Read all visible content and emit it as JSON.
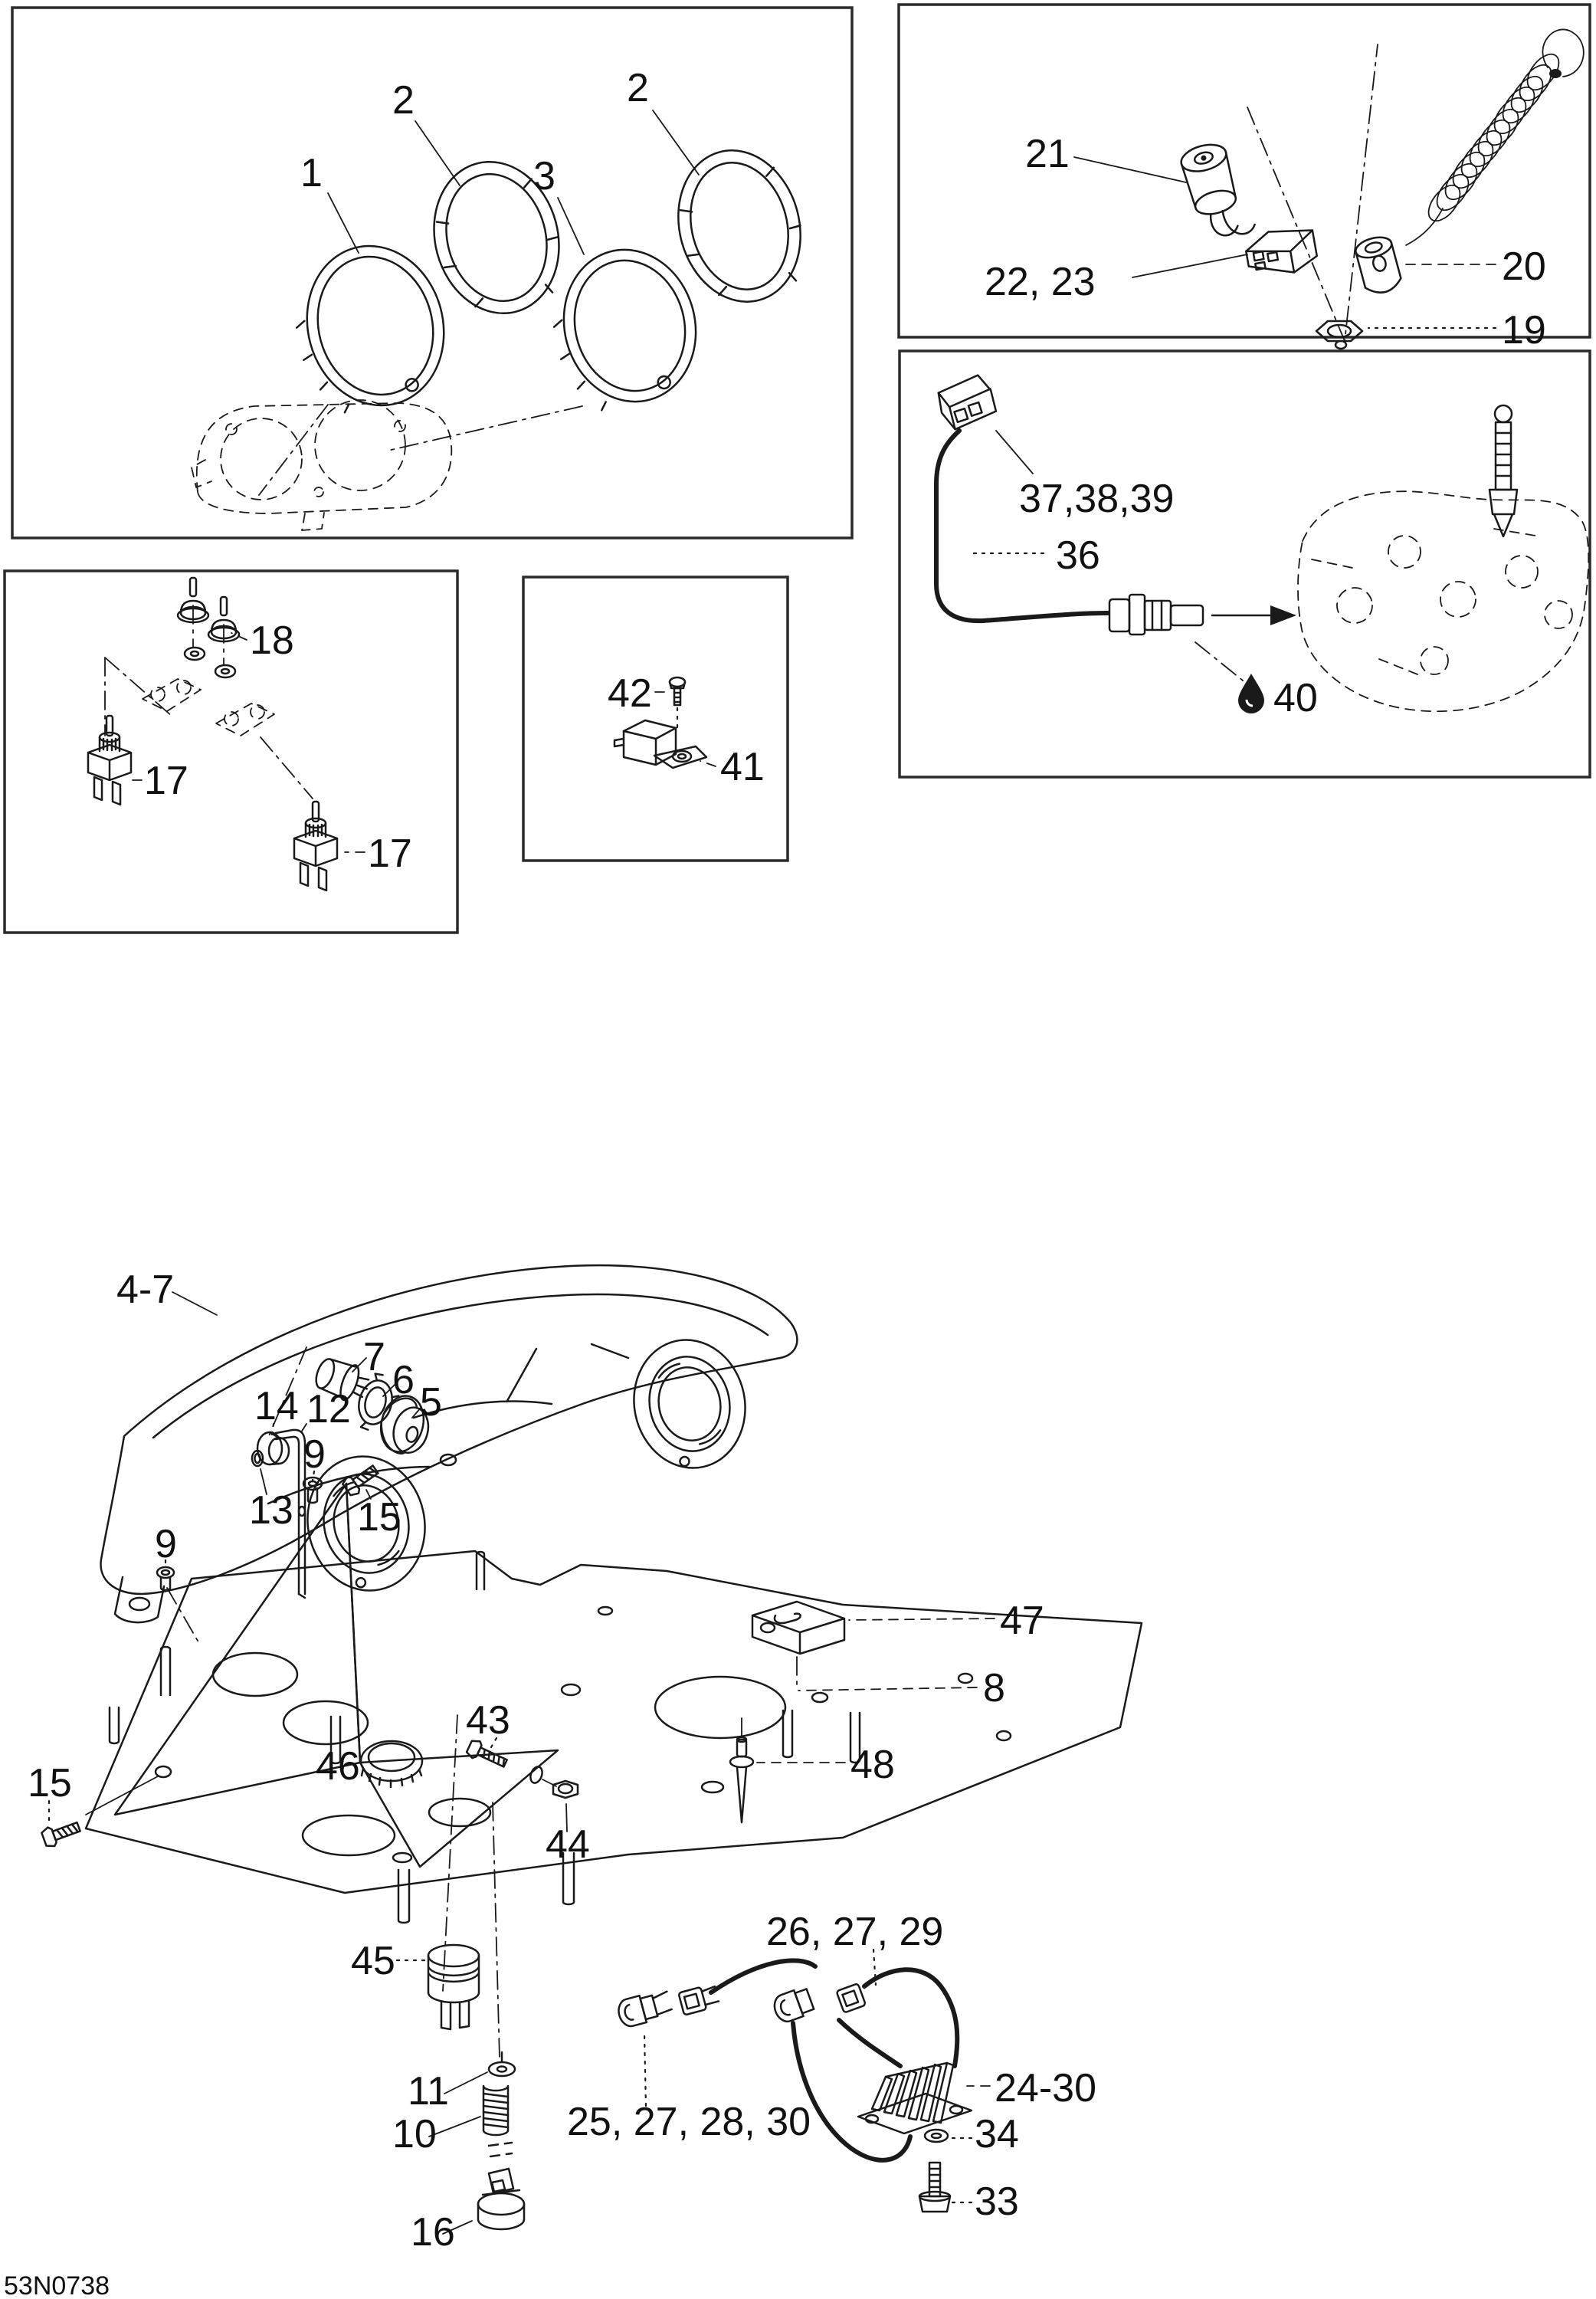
{
  "page": {
    "footer_code": "53N0738"
  },
  "panels": {
    "instruments": {
      "labels": {
        "n1": "1",
        "n2a": "2",
        "n3": "3",
        "n2b": "2"
      }
    },
    "ignition": {
      "labels": {
        "n21": "21",
        "n22_23": "22, 23",
        "n20": "20",
        "n19": "19"
      }
    },
    "temp_sensor": {
      "labels": {
        "n37_39": "37,38,39",
        "n36": "36",
        "n40": "40"
      }
    },
    "switches": {
      "labels": {
        "n18": "18",
        "n17a": "17",
        "n17b": "17"
      }
    },
    "relay": {
      "labels": {
        "n42": "42",
        "n41": "41"
      }
    }
  },
  "main_assembly": {
    "labels": {
      "n4_7": "4-7",
      "n7": "7",
      "n6": "6",
      "n5": "5",
      "n14": "14",
      "n12": "12",
      "n13": "13",
      "n9a": "9",
      "n15a": "15",
      "n9b": "9",
      "n15b": "15",
      "n47": "47",
      "n8": "8",
      "n48": "48",
      "n43": "43",
      "n44": "44",
      "n46": "46",
      "n45": "45",
      "n11": "11",
      "n10": "10",
      "n16": "16",
      "n26_29": "26, 27, 29",
      "n25_30": "25, 27, 28, 30",
      "n24_30": "24-30",
      "n34": "34",
      "n33": "33"
    }
  }
}
